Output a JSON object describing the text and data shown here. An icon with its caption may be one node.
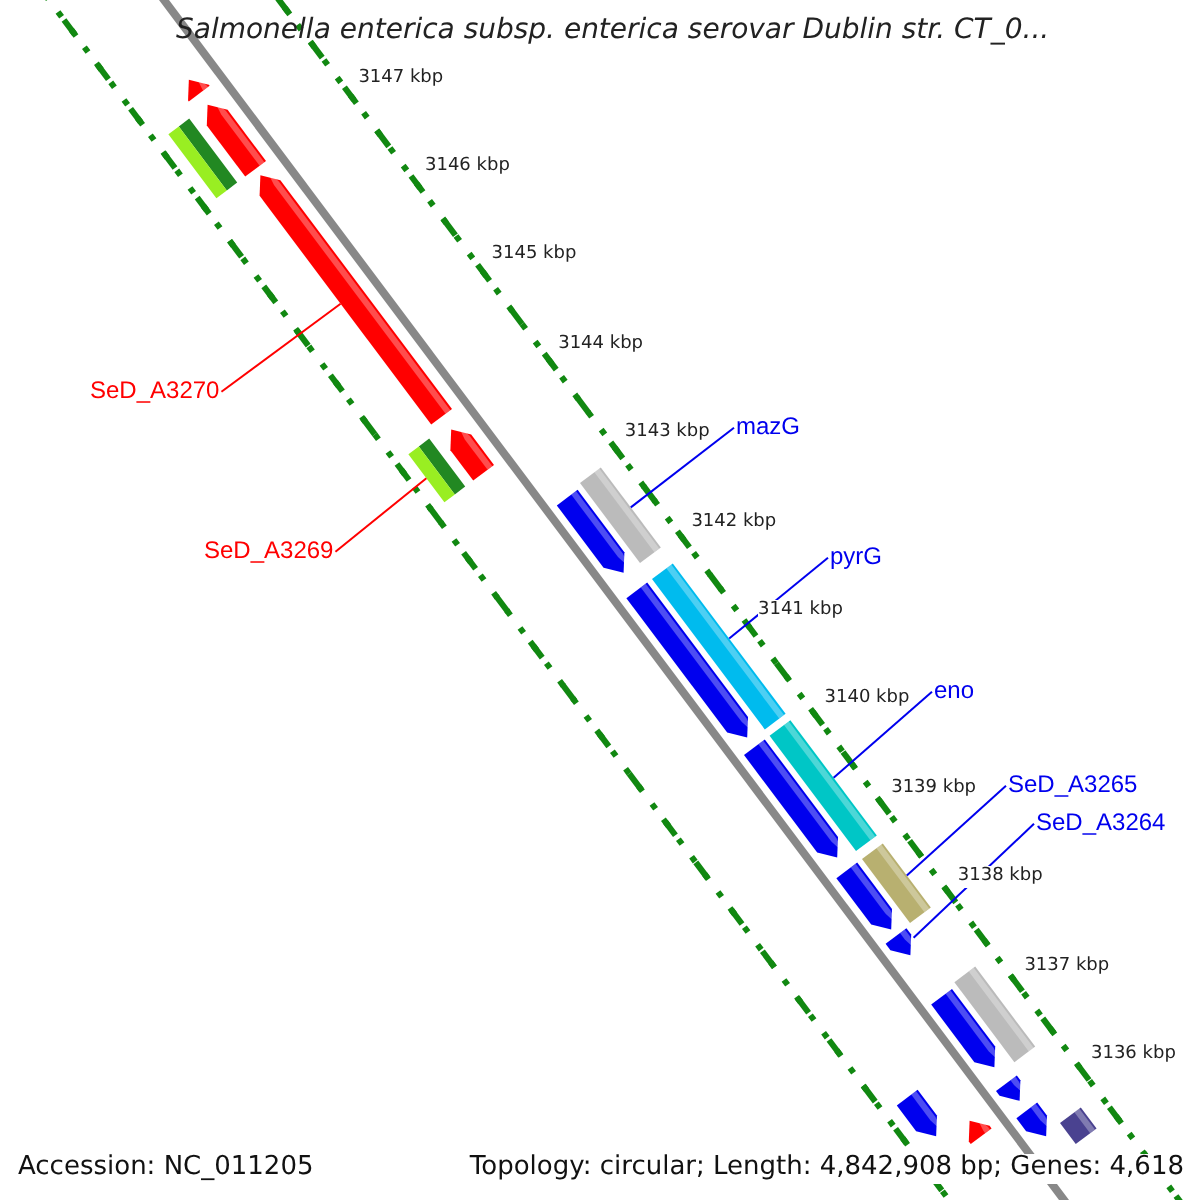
{
  "diagram": {
    "title": "Salmonella enterica subsp. enterica serovar Dublin str. CT_0...",
    "nodes": [
      {
        "text": [
          "SeD_A3270"
        ]
      },
      {
        "text": [],
        "shape": "arrow"
      },
      {
        "text": [
          "SeD_A3269"
        ]
      },
      {
        "text": [],
        "shape": "bar"
      },
      {
        "text": [
          "mazG"
        ]
      },
      {
        "text": [],
        "shape": "bar"
      },
      {
        "text": [
          "pyrG"
        ]
      },
      {
        "text": [],
        "shape": "bar"
      },
      {
        "text": [
          "eno"
        ]
      },
      {
        "text": [],
        "shape": "bar"
      },
      {
        "text": [
          "SeD_A3265"
        ]
      },
      {
        "text": [],
        "shape": "bar"
      },
      {
        "text": [
          "SeD_A3264"
        ]
      },
      {
        "text": [],
        "shape": "arrow"
      },
      {
        "text": [],
        "shape": "arrow"
      },
      {
        "text": [],
        "shape": "bar"
      },
      {
        "text": [],
        "shape": "arrow"
      },
      {
        "text": [],
        "shape": "arrow"
      },
      {
        "text": [],
        "shape": "arrow"
      },
      {
        "text": [],
        "shape": "arrow"
      },
      {
        "text": [],
        "shape": "arrow"
      },
      {
        "text": [],
        "shape": "arrow"
      },
      {
        "text": [],
        "shape": "bar"
      },
      {
        "text": [],
        "shape": "arrow"
      },
      {
        "text": [],
        "shape": "arrow"
      },
      {
        "text": [],
        "shape": "arrow"
      },
      {
        "text": [],
        "shape": "arrow"
      },
      {
        "text": [],
        "shape": "bar"
      },
      {
        "text": [],
        "shape": "arrow"
      }
    ],
    "edges": [
      {
        "from": 0,
        "to": 1,
        "arrow": "none",
        "color": "#ff0000"
      },
      {
        "from": 2,
        "to": 3,
        "arrow": "none",
        "color": "#ff0000"
      },
      {
        "from": 4,
        "to": 5,
        "arrow": "none"
      },
      {
        "from": 6,
        "to": 7,
        "arrow": "none"
      },
      {
        "from": 8,
        "to": 9,
        "arrow": "none"
      },
      {
        "from": 10,
        "to": 11,
        "arrow": "none"
      },
      {
        "from": 12,
        "to": 21,
        "arrow": "none"
      }
    ],
    "labels": [
      "3147 kbp",
      "3146 kbp",
      "3145 kbp",
      "3144 kbp",
      "3143 kbp",
      "3142 kbp",
      "3141 kbp",
      "3140 kbp",
      "3139 kbp",
      "3138 kbp",
      "3137 kbp",
      "3136 kbp",
      "Accession: NC_011205",
      "Topology: circular; Length: 4,842,908 bp; Genes: 4,618"
    ]
  }
}
